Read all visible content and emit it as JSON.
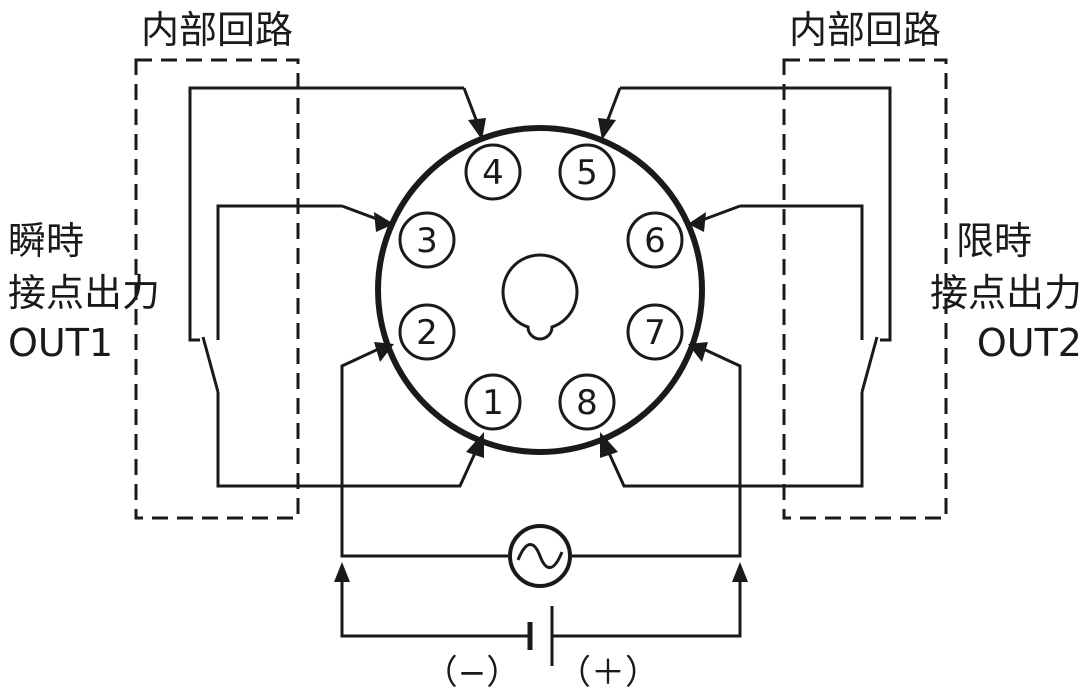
{
  "internal_circuit_left": "内部回路",
  "internal_circuit_right": "内部回路",
  "left_output": {
    "line1": "瞬時",
    "line2": "接点出力",
    "line3": "OUT1"
  },
  "right_output": {
    "line1": "限時",
    "line2": "接点出力",
    "line3": "OUT2"
  },
  "pins": [
    "1",
    "2",
    "3",
    "4",
    "5",
    "6",
    "7",
    "8"
  ],
  "polarity": {
    "minus": "（−）",
    "plus": "（＋）"
  },
  "ac_symbol": "∼",
  "colors": {
    "line": "#1a1a1a",
    "background": "#ffffff"
  }
}
